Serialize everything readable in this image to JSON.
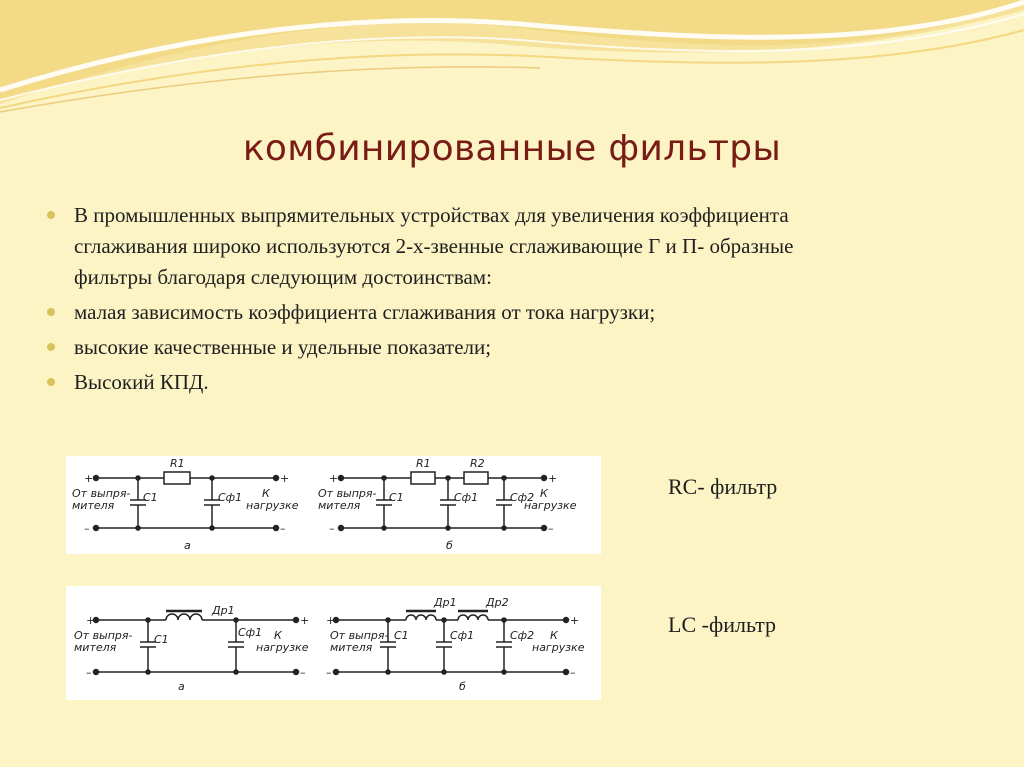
{
  "slide": {
    "title": "комбинированные фильтры",
    "bullets": [
      "В промышленных выпрямительных устройствах для увеличения коэффициента сглаживания широко используются 2-х-звенные сглаживающие Г и П- образные фильтры благодаря следующим достоинствам:",
      "малая зависимость коэффициента сглаживания от тока нагрузки;",
      "высокие качественные и удельные показатели;",
      "Высокий КПД."
    ],
    "filter_labels": {
      "rc": "RC- фильтр",
      "lc": "LC -фильтр"
    },
    "diagrams": {
      "plus": "+",
      "minus": "–",
      "source": [
        "От выпря-",
        "мителя"
      ],
      "load": [
        "К",
        "нагрузке"
      ],
      "c1": "C1",
      "cf1": "Cф1",
      "cf2": "Cф2",
      "r1": "R1",
      "r2": "R2",
      "dr1": "Др1",
      "dr2": "Др2",
      "a": "а",
      "b": "б"
    }
  },
  "colors": {
    "background": "#fcf4c4",
    "title": "#7a1c16",
    "bullet": "#d8c35a"
  }
}
